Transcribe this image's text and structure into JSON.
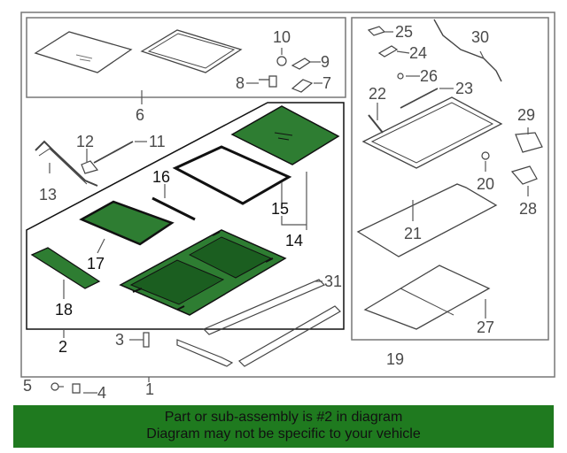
{
  "colors": {
    "highlight": "#2e7d32",
    "banner": "#1f7a1f",
    "line": "#555555",
    "part": "#3a3a3a"
  },
  "callouts": {
    "n1": "1",
    "n2": "2",
    "n3": "3",
    "n4": "4",
    "n5": "5",
    "n6": "6",
    "n7": "7",
    "n8": "8",
    "n9": "9",
    "n10": "10",
    "n11": "11",
    "n12": "12",
    "n13": "13",
    "n14": "14",
    "n15": "15",
    "n16": "16",
    "n17": "17",
    "n18": "18",
    "n19": "19",
    "n20": "20",
    "n21": "21",
    "n22": "22",
    "n23": "23",
    "n24": "24",
    "n25": "25",
    "n26": "26",
    "n27": "27",
    "n28": "28",
    "n29": "29",
    "n30": "30",
    "n31": "31"
  },
  "banner": {
    "line1": "Part or sub-assembly is #2 in diagram",
    "line2": "Diagram may not be specific to your vehicle"
  }
}
